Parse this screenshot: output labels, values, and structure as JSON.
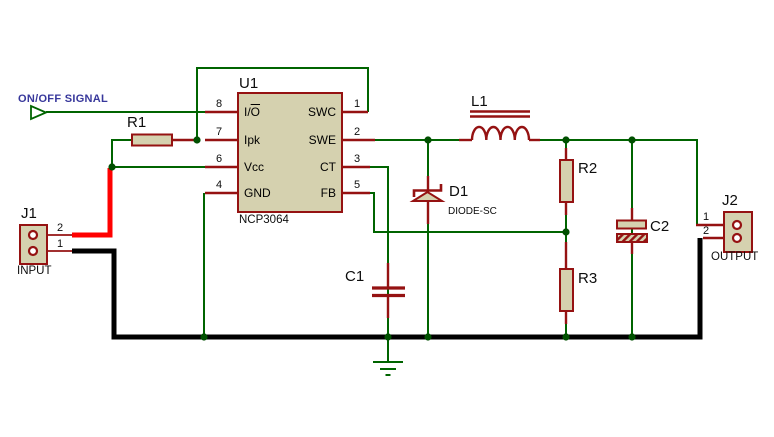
{
  "signal": {
    "label": "ON/OFF SIGNAL"
  },
  "u1": {
    "ref": "U1",
    "part": "NCP3064",
    "pins_left": [
      {
        "num": "8",
        "name": "I/",
        "name_overline": "O"
      },
      {
        "num": "7",
        "name": "Ipk",
        "name_overline": ""
      },
      {
        "num": "6",
        "name": "Vcc",
        "name_overline": ""
      },
      {
        "num": "4",
        "name": "GND",
        "name_overline": ""
      }
    ],
    "pins_right": [
      {
        "num": "1",
        "name": "SWC"
      },
      {
        "num": "2",
        "name": "SWE"
      },
      {
        "num": "3",
        "name": "CT"
      },
      {
        "num": "5",
        "name": "FB"
      }
    ]
  },
  "components": {
    "r1": "R1",
    "r2": "R2",
    "r3": "R3",
    "c1": "C1",
    "c2": "C2",
    "l1": "L1",
    "d1": "D1",
    "d1_value": "DIODE-SC",
    "j1": "J1",
    "j1_label": "INPUT",
    "j1_pin_top": "2",
    "j1_pin_bottom": "1",
    "j2": "J2",
    "j2_label": "OUTPUT",
    "j2_pin_top": "1",
    "j2_pin_bottom": "2"
  },
  "colors": {
    "wire": "#006400",
    "junction": "#005000",
    "component": "#951212",
    "component_fill": "#d5d1af",
    "power_wire": "#ff0000",
    "ground_wire": "#000000",
    "signal_text": "#37379b",
    "label_text": "#0d0d0d"
  }
}
